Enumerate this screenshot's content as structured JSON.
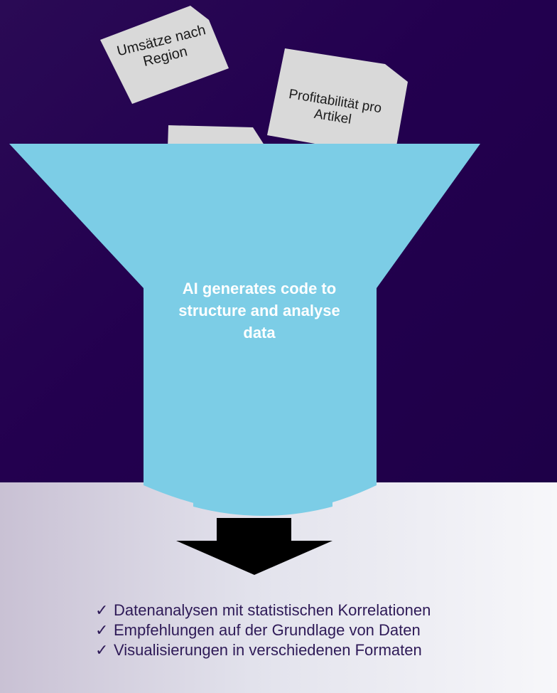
{
  "documents": [
    {
      "label": "Umsätze nach Region"
    },
    {
      "label": "Profitabilität pro Artikel"
    }
  ],
  "funnel": {
    "label": "AI generates code to structure and analyse data",
    "color": "#7ccde6"
  },
  "arrow": {
    "icon": "arrow-down-icon",
    "color": "#000000"
  },
  "benefits": [
    {
      "icon": "checkmark-icon",
      "text": "Datenanalysen mit statistischen Korrelationen"
    },
    {
      "icon": "checkmark-icon",
      "text": "Empfehlungen auf der Grundlage von Daten"
    },
    {
      "icon": "checkmark-icon",
      "text": "Visualisierungen in verschiedenen Formaten"
    }
  ],
  "colors": {
    "background_top": "#23004f",
    "card_fill": "#d9d9d9",
    "text_dark": "#2e1a57"
  }
}
